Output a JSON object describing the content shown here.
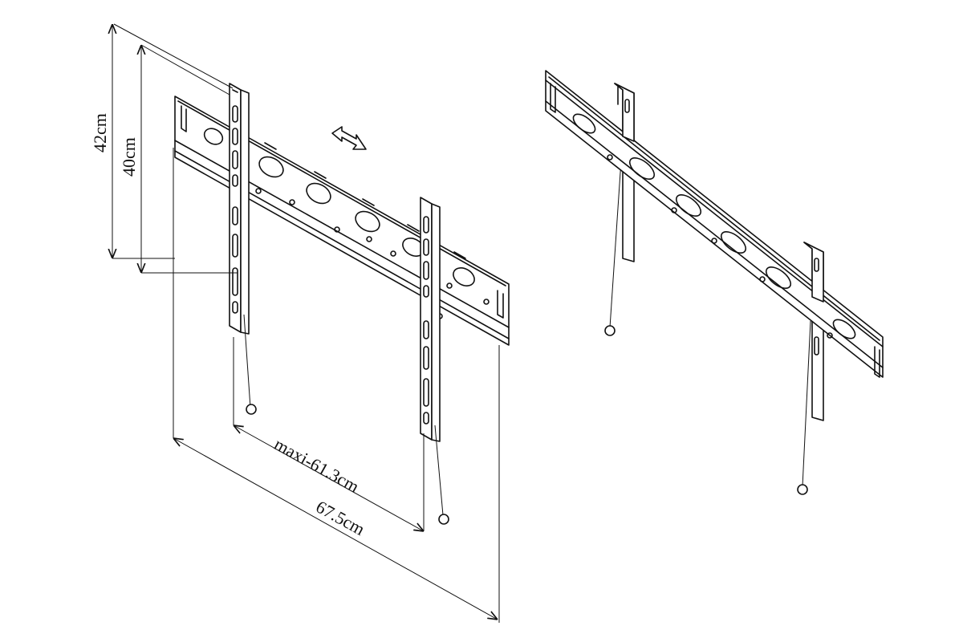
{
  "dimensions": {
    "overall_height": "42cm",
    "hole_height": "40cm",
    "arm_spacing_max": "maxi-61.3cm",
    "overall_width": "67.5cm"
  },
  "colors": {
    "line": "#111111",
    "background": "#ffffff"
  },
  "icons": {
    "slide_indicator": "double-arrow-icon"
  }
}
